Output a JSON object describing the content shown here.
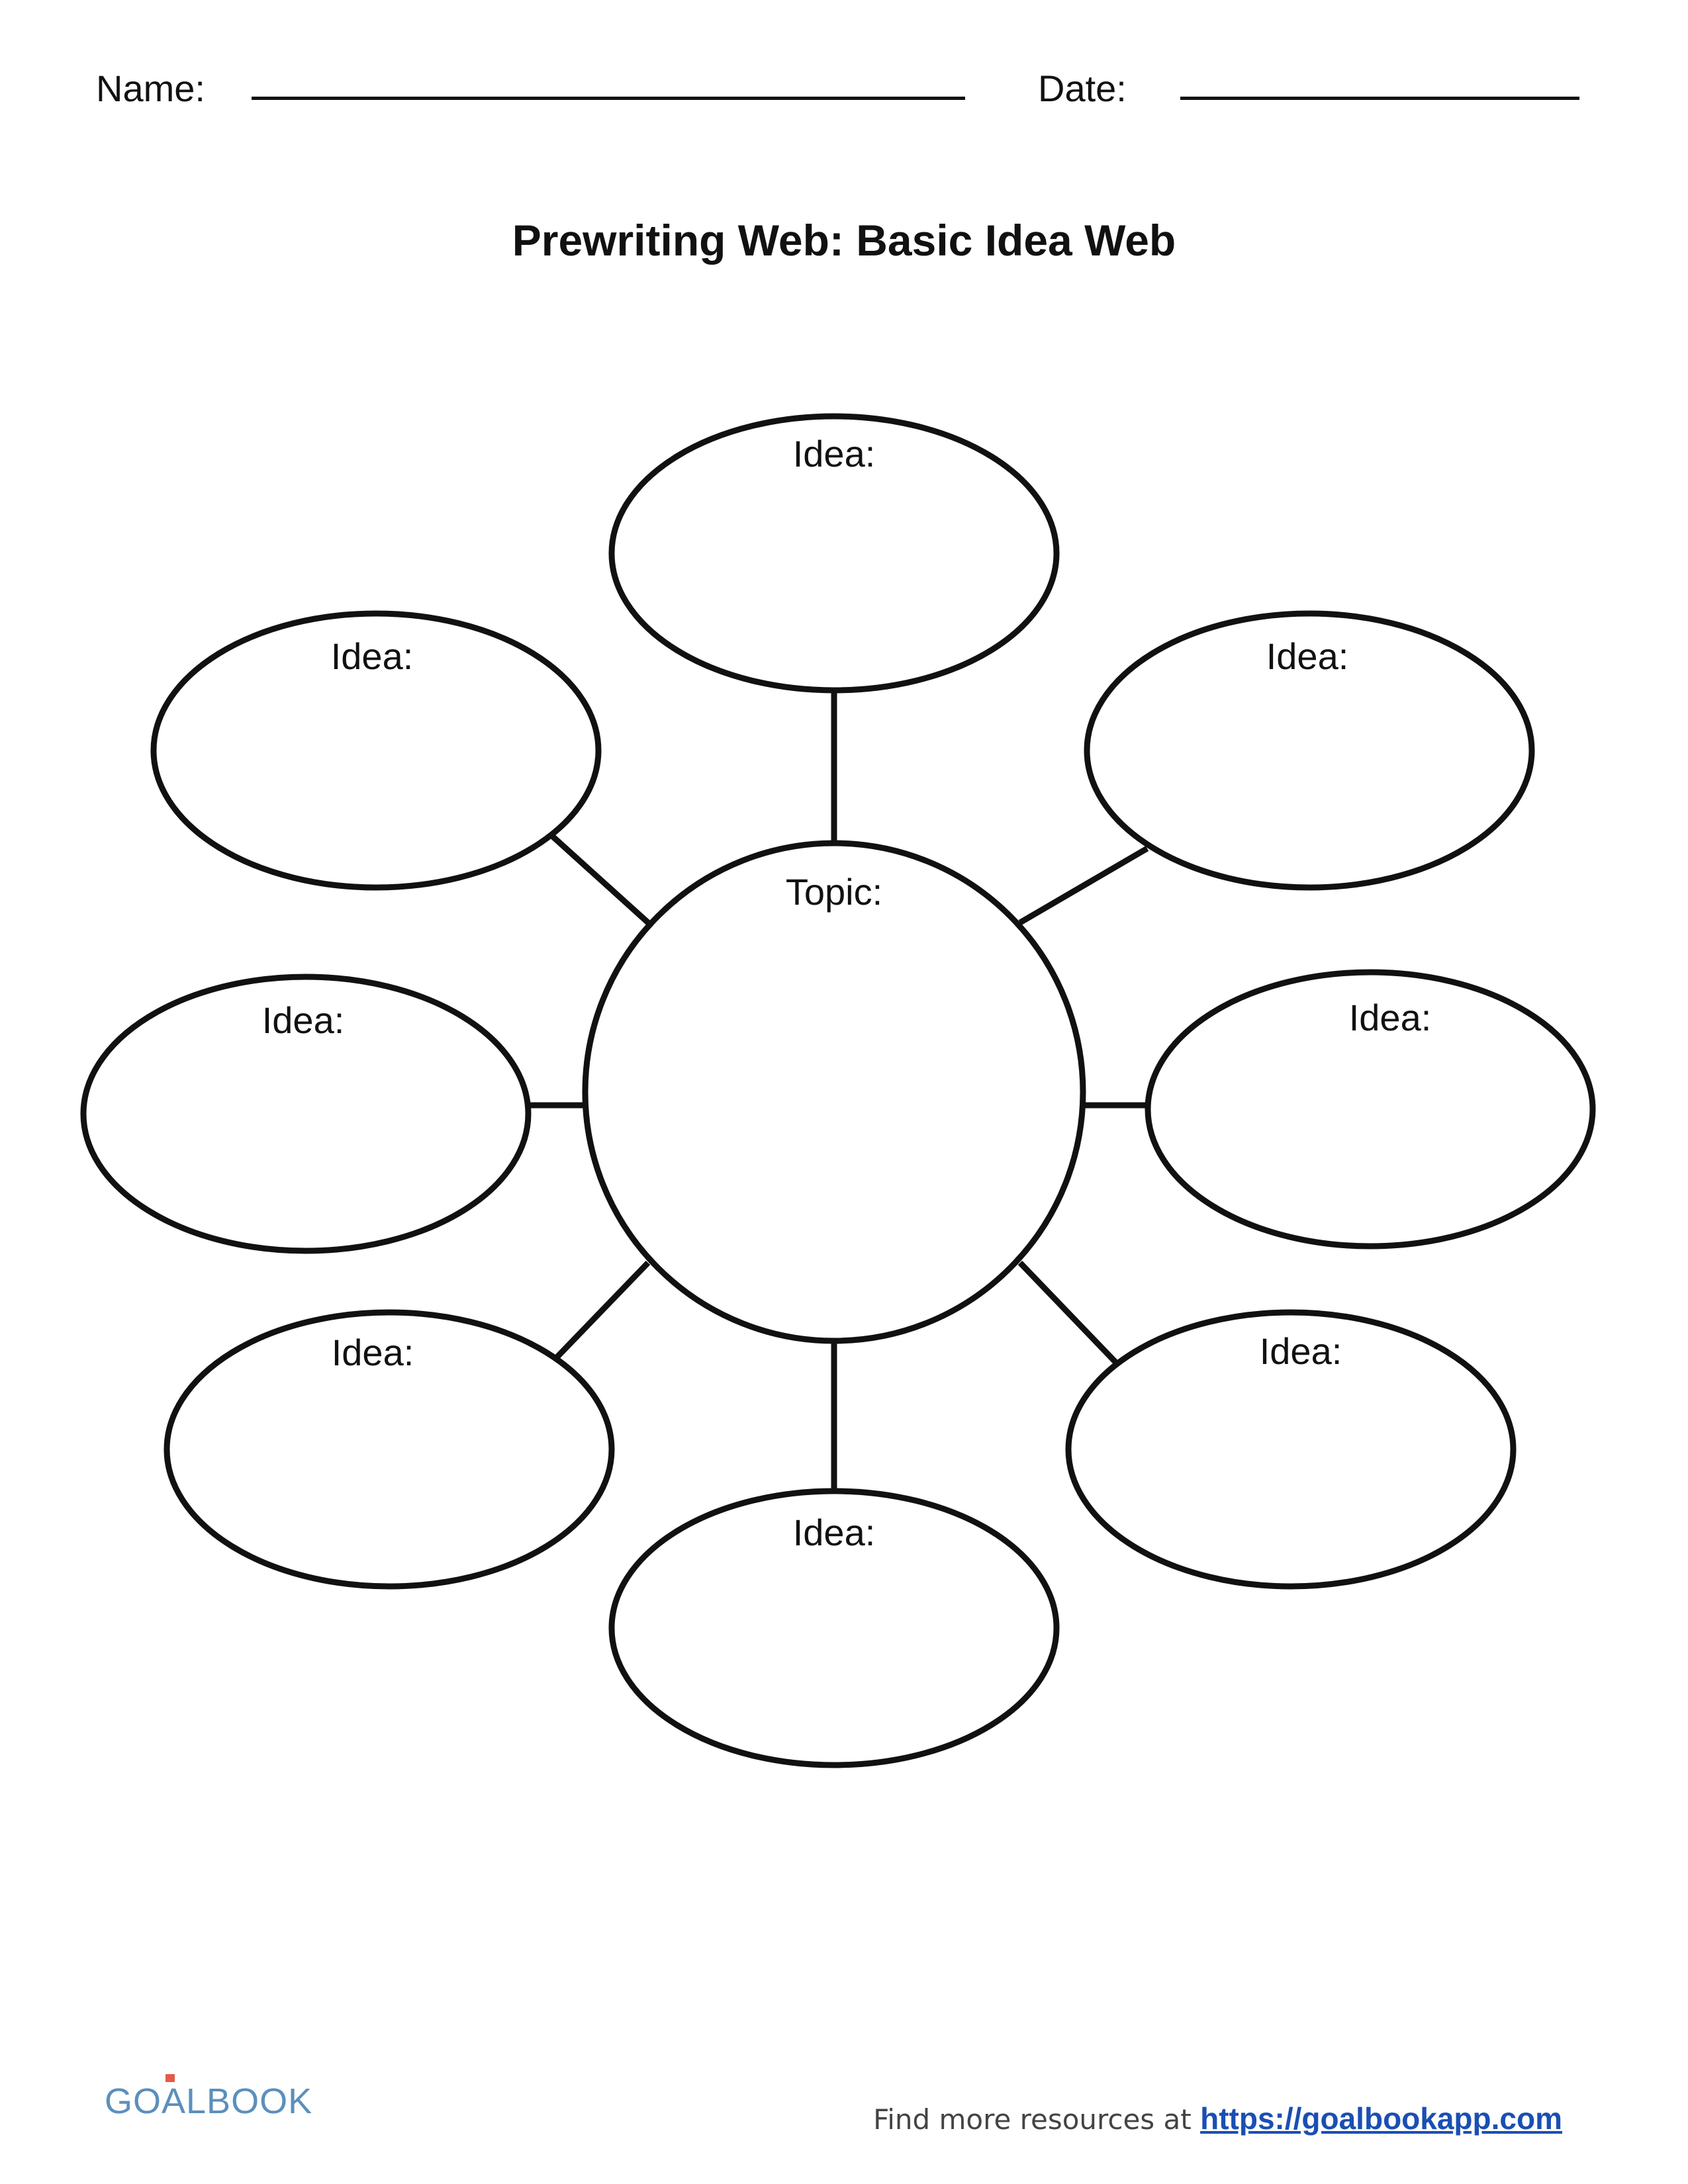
{
  "header": {
    "name_label": "Name:",
    "date_label": "Date:"
  },
  "title": "Prewriting Web: Basic Idea Web",
  "web": {
    "topic_label": "Topic:",
    "idea_label": "Idea:",
    "idea_count": 8
  },
  "footer": {
    "logo_text": "GOALBOOK",
    "resources_text": "Find more resources at",
    "link_text": "https://goalbookapp.com"
  },
  "colors": {
    "ink": "#111111",
    "logo": "#5b8fbd",
    "link": "#1a4fb3"
  }
}
